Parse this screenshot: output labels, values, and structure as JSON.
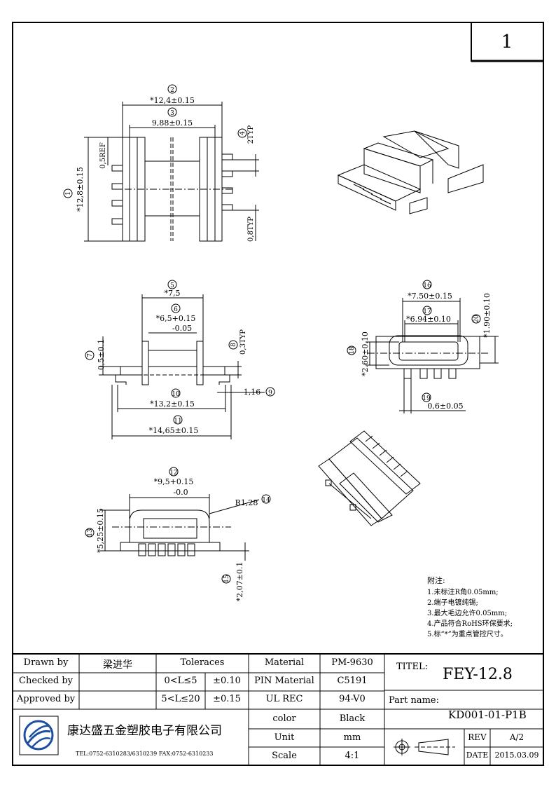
{
  "sheet_number": "1",
  "dimensions": {
    "d1": {
      "num": "1",
      "text": "*12,8±0.15"
    },
    "d2": {
      "num": "2",
      "text": "*12,4±0.15"
    },
    "d3": {
      "num": "3",
      "text": "9,88±0.15"
    },
    "d4": {
      "num": "4",
      "text": "2TYP"
    },
    "ref05": "0,5REF",
    "d08typ": "0,8TYP",
    "d5": {
      "num": "5",
      "text": "*7,5"
    },
    "d6": {
      "num": "6",
      "text": "*6,5+0.15",
      "tol": "-0.05"
    },
    "d7": {
      "num": "7",
      "text": "0,5±0.1"
    },
    "d8": {
      "num": "8",
      "text": "0,3TYP"
    },
    "d9": {
      "num": "9",
      "text": "1,16"
    },
    "d10": {
      "num": "10",
      "text": "*13,2±0.15"
    },
    "d11": {
      "num": "11",
      "text": "*14,65±0.15"
    },
    "d12": {
      "num": "12",
      "text": "*9,5+0.15",
      "tol": "-0.0"
    },
    "d13": {
      "num": "13",
      "text": "*5,25±0.15"
    },
    "d14": {
      "num": "14",
      "text": "R1,28"
    },
    "d15": {
      "num": "15",
      "text": "*2,07±0.1"
    },
    "d16": {
      "num": "16",
      "text": "*7.50±0.15"
    },
    "d17": {
      "num": "17",
      "text": "*6.94±0.10"
    },
    "d18": {
      "num": "18",
      "text": "*2.60±0.10"
    },
    "d19": {
      "num": "19",
      "text": "0,6±0.05"
    },
    "d20": {
      "num": "20",
      "text": "*1.90±0.10"
    }
  },
  "notes": {
    "title": "附注:",
    "items": [
      "1.未标注R角0.05mm;",
      "2.端子电镀纯锡;",
      "3.最大毛边允许0.05mm;",
      "4.产品符合RoHS环保要求;",
      "5.标“*”为重点管控尺寸。"
    ]
  },
  "title_block": {
    "drawn_by_label": "Drawn by",
    "drawn_by_value": "梁进华",
    "checked_by_label": "Checked by",
    "approved_by_label": "Approved by",
    "tolerances_label": "Toleraces",
    "tol_range_1": "0<L≤5",
    "tol_value_1": "±0.10",
    "tol_range_2": "5<L≤20",
    "tol_value_2": "±0.15",
    "company_name": "康达盛五金塑胶电子有限公司",
    "company_contact": "TEL:0752-6310283/6310239  FAX:0752-6310233",
    "material_label": "Material",
    "material_value": "PM-9630",
    "pin_material_label": "PIN Material",
    "pin_material_value": "C5191",
    "ul_label": "UL  REC",
    "ul_value": "94-V0",
    "color_label": "color",
    "color_value": "Black",
    "unit_label": "Unit",
    "unit_value": "mm",
    "scale_label": "Scale",
    "scale_value": "4:1",
    "titel_label": "TITEL:",
    "titel_value": "FEY-12.8",
    "part_name_label": "Part name:",
    "part_name_value": "KD001-01-P1B",
    "rev_label": "REV",
    "rev_value": "A/2",
    "date_label": "DATE",
    "date_value": "2015.03.09"
  }
}
